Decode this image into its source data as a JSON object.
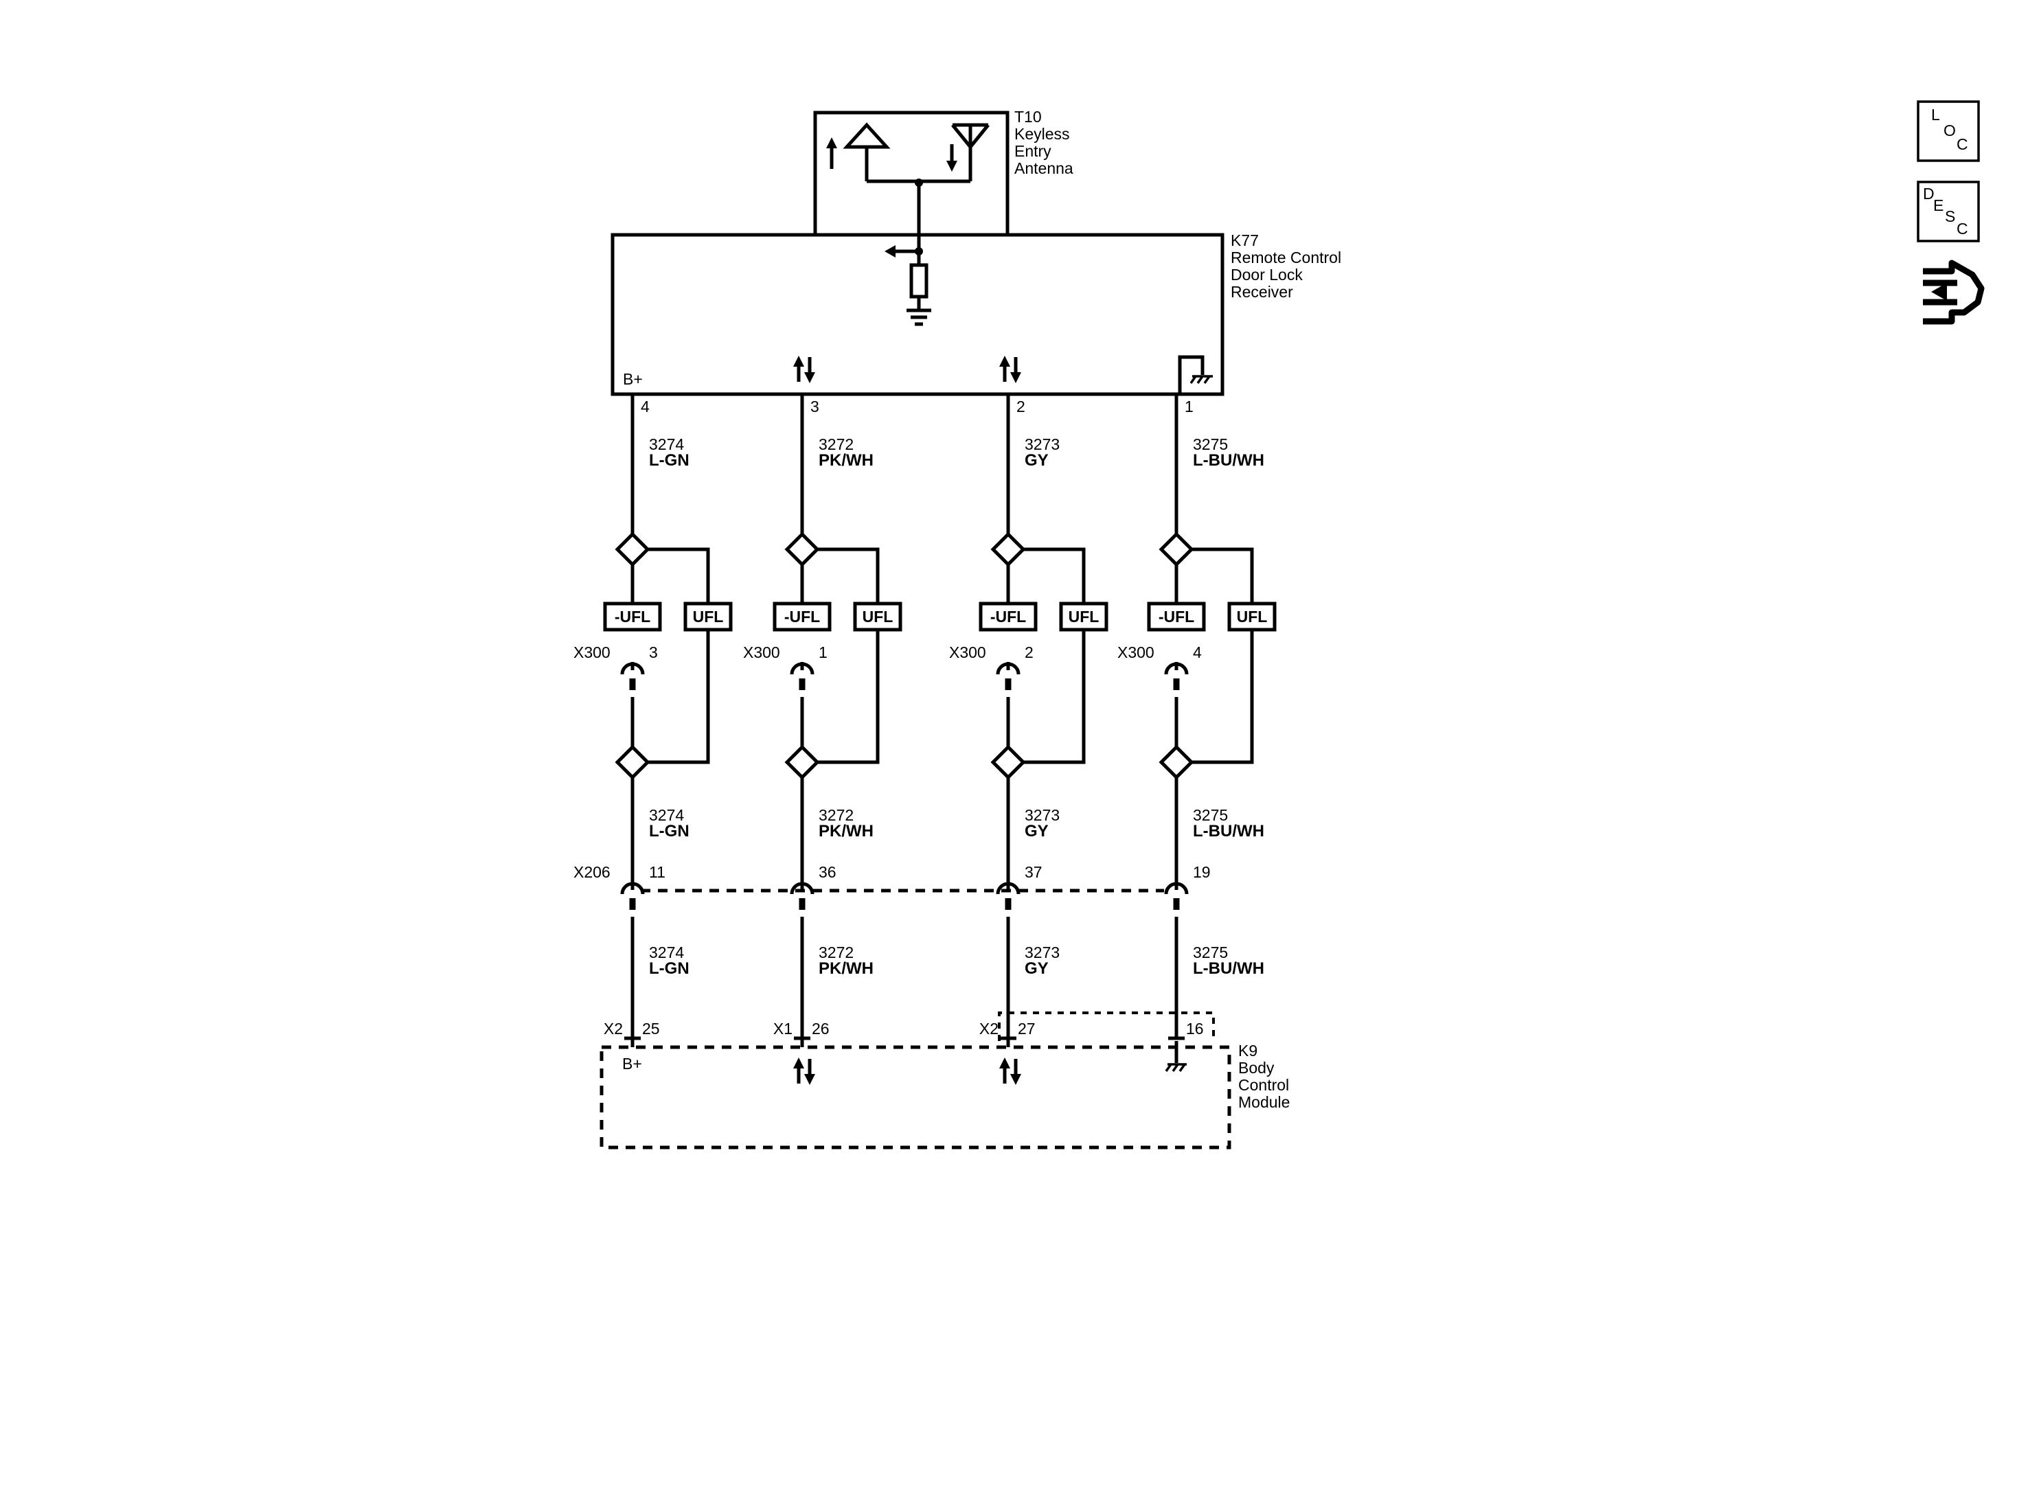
{
  "components": {
    "antenna": {
      "id": "T10",
      "name_lines": [
        "Keyless",
        "Entry",
        "Antenna"
      ]
    },
    "receiver": {
      "id": "K77",
      "name_lines": [
        "Remote Control",
        "Door Lock",
        "Receiver"
      ],
      "power_label": "B+"
    },
    "bcm": {
      "id": "K9",
      "name_lines": [
        "Body",
        "Control",
        "Module"
      ],
      "power_label": "B+"
    }
  },
  "circuits": [
    {
      "receiver_pin": "4",
      "circuit": "3274",
      "color": "L-GN",
      "x300_pin": "3",
      "x206_pin": "11",
      "bcm_connector": "X2",
      "bcm_pin": "25"
    },
    {
      "receiver_pin": "3",
      "circuit": "3272",
      "color": "PK/WH",
      "x300_pin": "1",
      "x206_pin": "36",
      "bcm_connector": "X1",
      "bcm_pin": "26"
    },
    {
      "receiver_pin": "2",
      "circuit": "3273",
      "color": "GY",
      "x300_pin": "2",
      "x206_pin": "37",
      "bcm_connector": "X2",
      "bcm_pin": "27"
    },
    {
      "receiver_pin": "1",
      "circuit": "3275",
      "color": "L-BU/WH",
      "x300_pin": "4",
      "x206_pin": "19",
      "bcm_connector": "",
      "bcm_pin": "16"
    }
  ],
  "connectors": {
    "inline_a": "X300",
    "inline_b": "X206"
  },
  "options": {
    "without": "-UFL",
    "with": "UFL"
  },
  "nav": {
    "loc": [
      "L",
      "O",
      "C"
    ],
    "desc": [
      "D",
      "E",
      "S",
      "C"
    ]
  }
}
